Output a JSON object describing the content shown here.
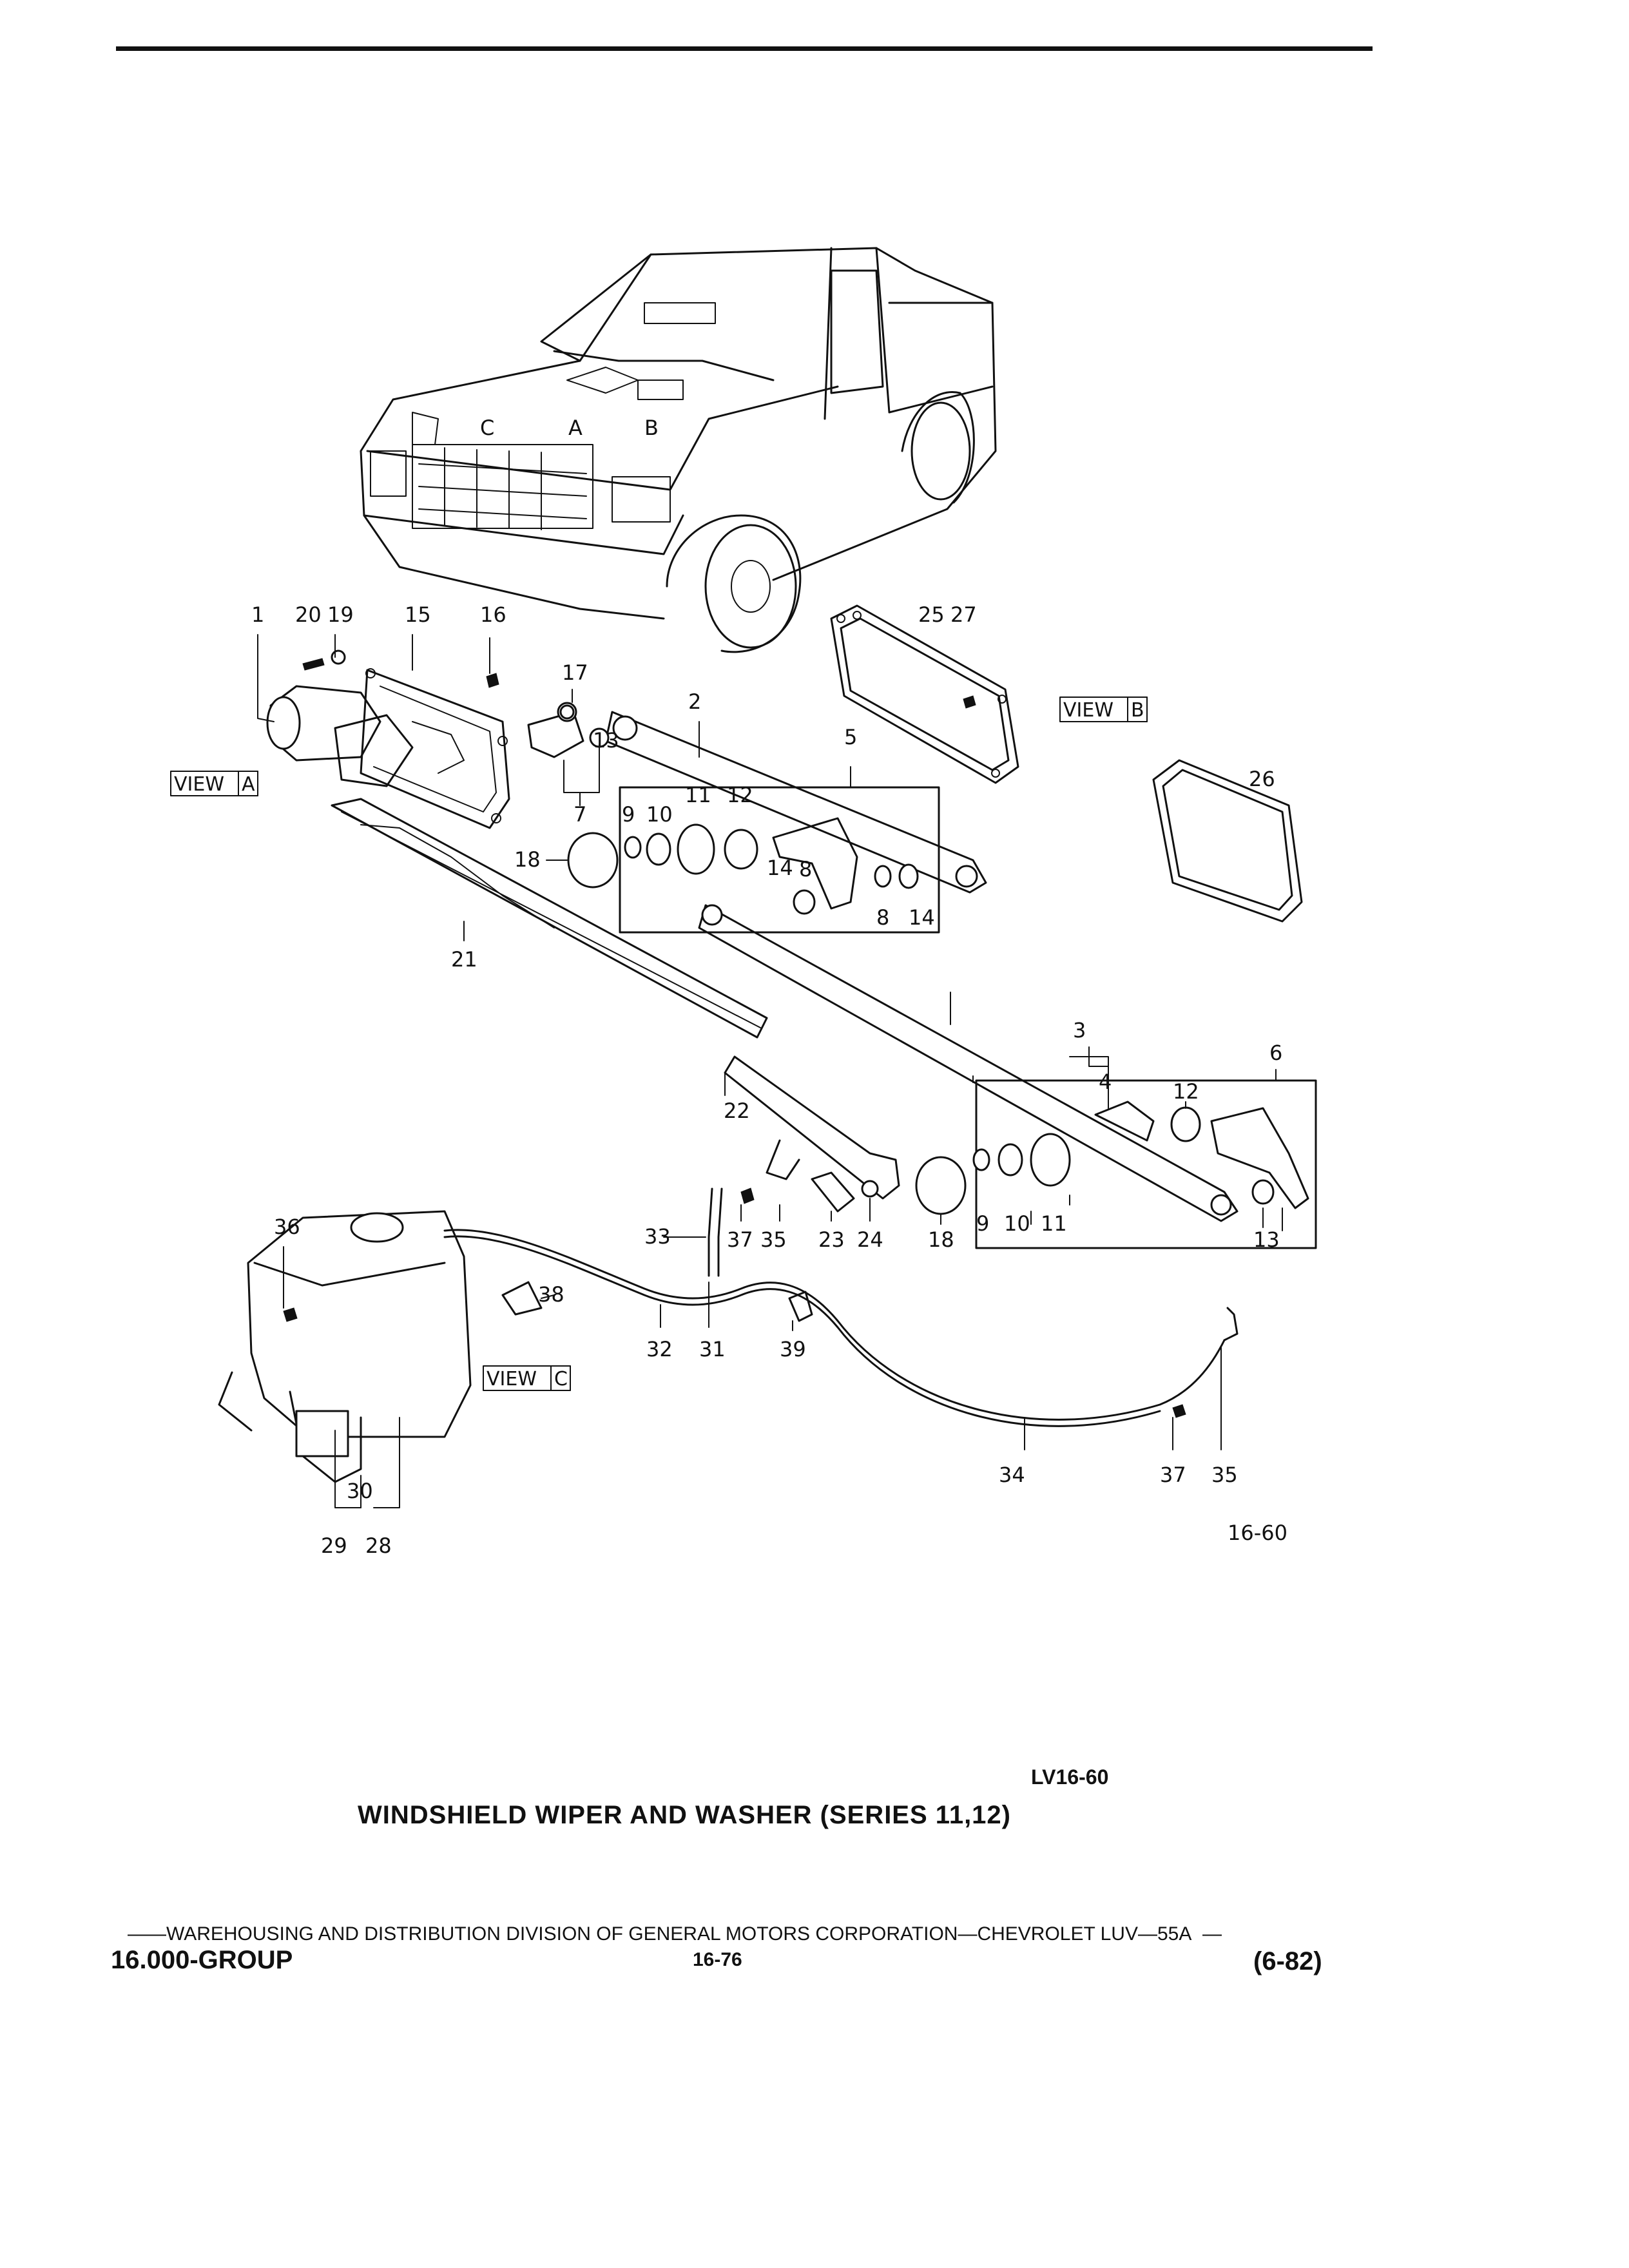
{
  "drawing": {
    "code": "LV16-60",
    "title": "WINDSHIELD WIPER AND WASHER (SERIES 11,12)",
    "figure_ref": "16-60",
    "views": [
      {
        "id": "A",
        "label": "VIEW",
        "letter": "A"
      },
      {
        "id": "B",
        "label": "VIEW",
        "letter": "B"
      },
      {
        "id": "C",
        "label": "VIEW",
        "letter": "C"
      }
    ],
    "callouts": [
      "1",
      "2",
      "3",
      "4",
      "5",
      "6",
      "7",
      "8",
      "8",
      "9",
      "9",
      "10",
      "10",
      "11",
      "11",
      "12",
      "12",
      "13",
      "13",
      "14",
      "14",
      "15",
      "16",
      "17",
      "18",
      "18",
      "19",
      "20",
      "21",
      "22",
      "23",
      "24",
      "25",
      "26",
      "27",
      "28",
      "29",
      "30",
      "31",
      "32",
      "33",
      "34",
      "35",
      "35",
      "36",
      "37",
      "37",
      "38",
      "39"
    ],
    "truck_markers": [
      "A",
      "B",
      "C"
    ]
  },
  "footer": {
    "publisher_line": "WAREHOUSING AND DISTRIBUTION  DIVISION OF GENERAL MOTORS CORPORATION—CHEVROLET LUV—55A",
    "group": "16.000-GROUP",
    "page": "16-76",
    "date": "(6-82)"
  }
}
